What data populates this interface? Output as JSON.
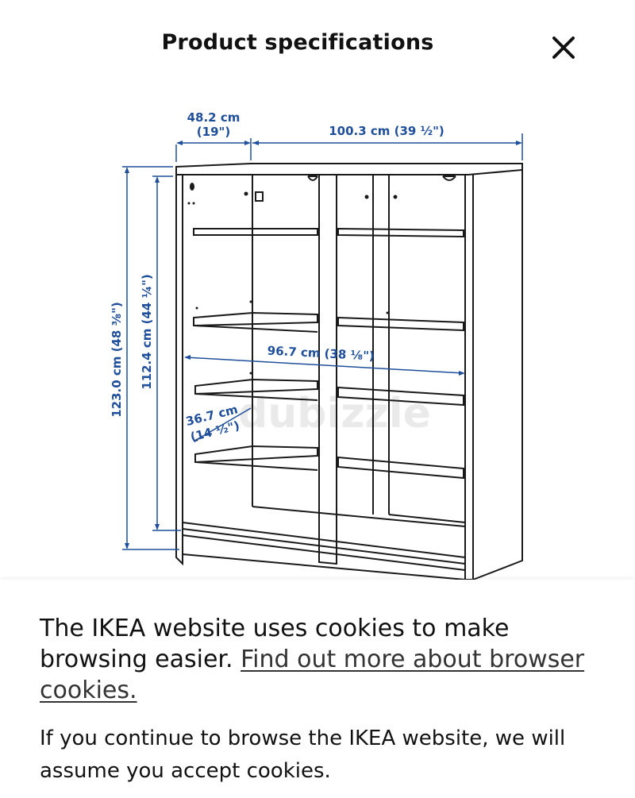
{
  "header": {
    "title": "Product specifications",
    "close_icon": "close-icon"
  },
  "drawing": {
    "dimensions": {
      "depth_cm": "48.2 cm",
      "depth_in": "(19\")",
      "width_cm": "100.3 cm (39 ½\")",
      "total_height": "123.0 cm (48 ⅜\")",
      "inner_height": "112.4 cm (44 ¼\")",
      "inner_width": "96.7 cm (38 ⅛\")",
      "inner_depth_cm": "36.7 cm",
      "inner_depth_in": "(14 ½\")"
    },
    "watermark": "dubizzle",
    "dimension_color": "#1f4f9a"
  },
  "cookie": {
    "text": "The IKEA website uses cookies to make browsing easier. ",
    "link_text": "Find out more about browser cookies.",
    "continue_text": "If you continue to browse the IKEA website, we will assume you accept cookies."
  }
}
